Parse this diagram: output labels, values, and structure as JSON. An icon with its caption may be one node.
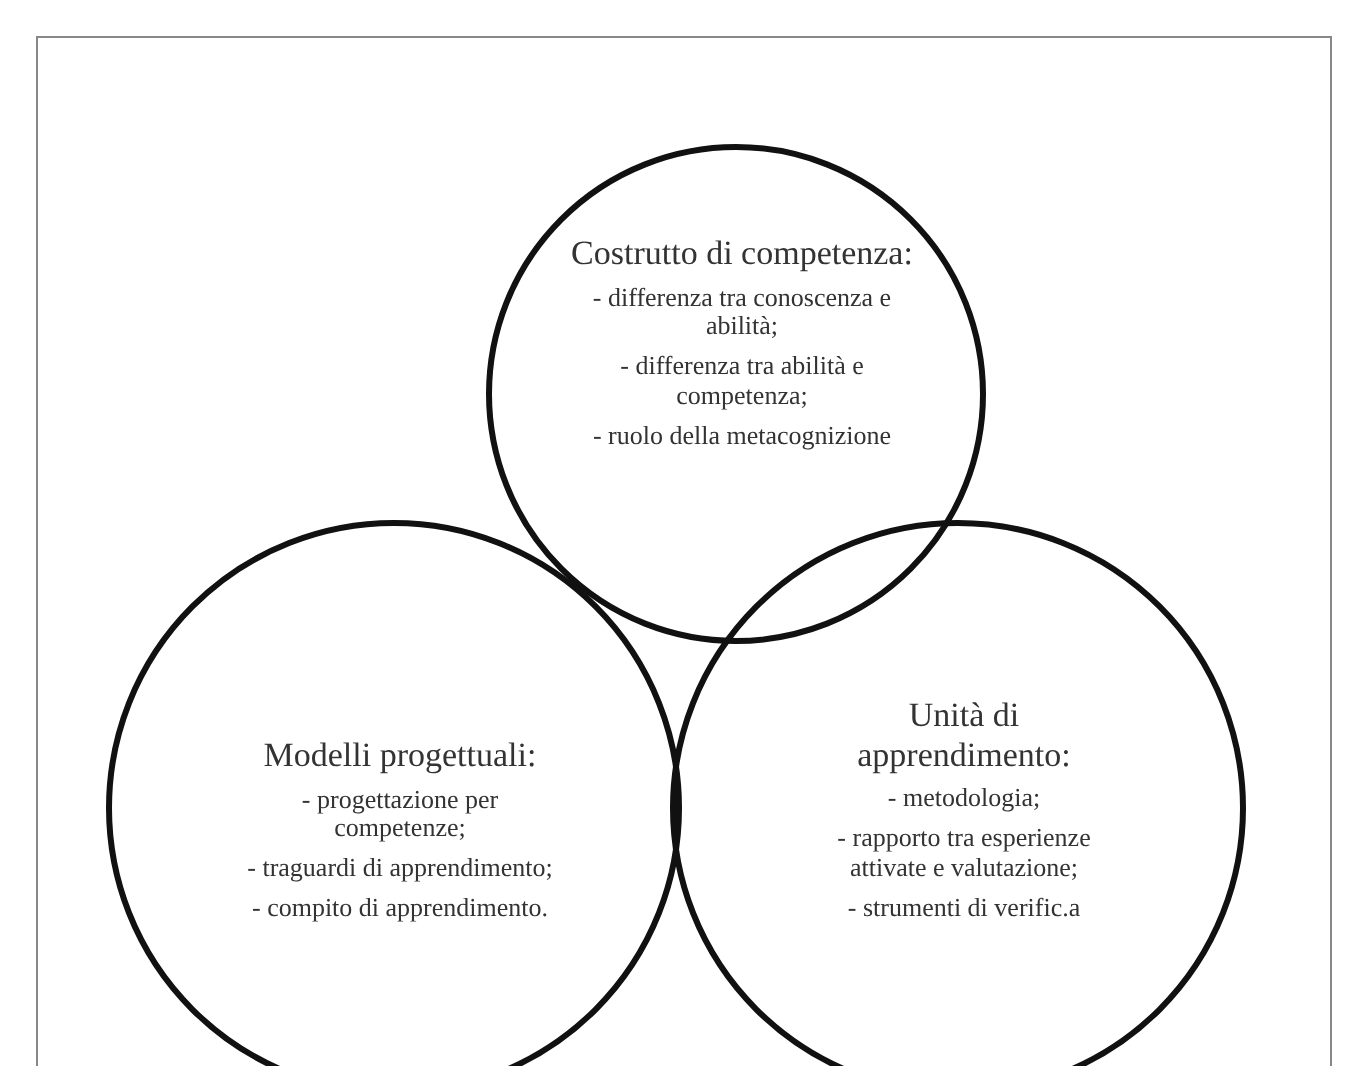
{
  "diagram": {
    "nodes": [
      {
        "text": [
          "Costrutto di competenza:",
          "- differenza tra conoscenza e abilità;",
          "- differenza tra abilità e competenza;",
          "- ruolo della metacognizione"
        ]
      },
      {
        "text": [
          "Modelli progettuali:",
          "- progettazione per competenze;",
          "- traguardi di apprendimento;",
          "- compito di apprendimento."
        ]
      },
      {
        "text": [
          "Unità di apprendimento:",
          "- metodologia;",
          "- rapporto tra esperienze attivate e valutazione;",
          "- strumenti di verific.a"
        ]
      }
    ]
  }
}
